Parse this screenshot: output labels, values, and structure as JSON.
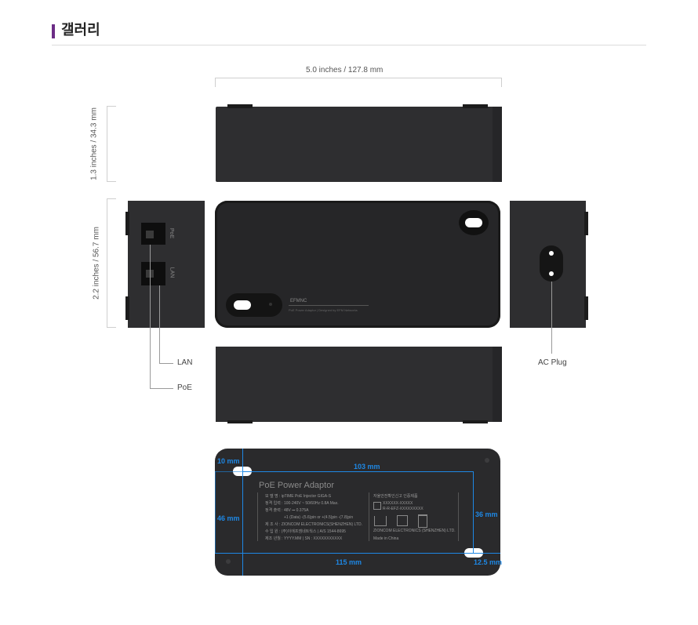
{
  "header": {
    "title": "갤러리"
  },
  "dimensions": {
    "width": "5.0 inches / 127.8 mm",
    "height": "1.3 inches / 34.3 mm",
    "depth": "2.2 inches / 56.7 mm"
  },
  "front": {
    "brand": "EFMNC",
    "tagline": "PoE Power Adaptor | Designed by EFM Networks"
  },
  "ports": {
    "top": "PoE",
    "bottom": "LAN"
  },
  "callouts": {
    "lan": "LAN",
    "poe": "PoE",
    "ac": "AC Plug"
  },
  "bottom_view": {
    "dim_hole": "10 mm",
    "dim_width_inner": "103 mm",
    "dim_height_outer": "46 mm",
    "dim_height_inner": "36 mm",
    "dim_width_outer": "115 mm",
    "dim_offset": "12.5 mm",
    "label_title": "PoE Power Adaptor",
    "spec_lines": [
      "모 델 명 : ipTIME PoE Injector GIGA-S",
      "정격 입력 : 100-240V ~ 50/60Hz 0.8A Max.",
      "정격 출력 : 48V ⎓ 0.375A",
      "+1 (Data) -(5.6)pin or +(4.5)pin -(7.8)pin",
      "제 조 사 : ZIONCOM ELECTRONICS(SHENZHEN) LTD.",
      "수 입 원 : (주)이에프엠네트웍스 | A/S 1544-8695",
      "제조 년월 : YYYY.MM | SN : XXXXXXXXXXX"
    ],
    "cert_title": "자율안전확인신고 인증제품",
    "cert_lines": [
      "XXXXXX-XXXXX",
      "R-R-EFZ-XXXXXXXXX"
    ],
    "maker": "ZIONCOM ELECTRONICS (SHENZHEN) LTD.",
    "origin": "Made in China"
  }
}
